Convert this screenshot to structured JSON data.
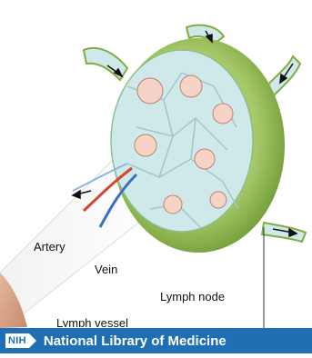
{
  "labels": {
    "artery": "Artery",
    "vein": "Vein",
    "lymph_node": "Lymph node",
    "lymph_vessel": "Lymph vessel"
  },
  "footer": {
    "badge": "NIH",
    "title": "National Library of Medicine"
  },
  "colors": {
    "capsule": "#7fae3c",
    "node_fill": "#cfe9ea",
    "artery": "#d8442e",
    "vein": "#3a6fc4",
    "footer_bg": "#1f6fb5"
  }
}
